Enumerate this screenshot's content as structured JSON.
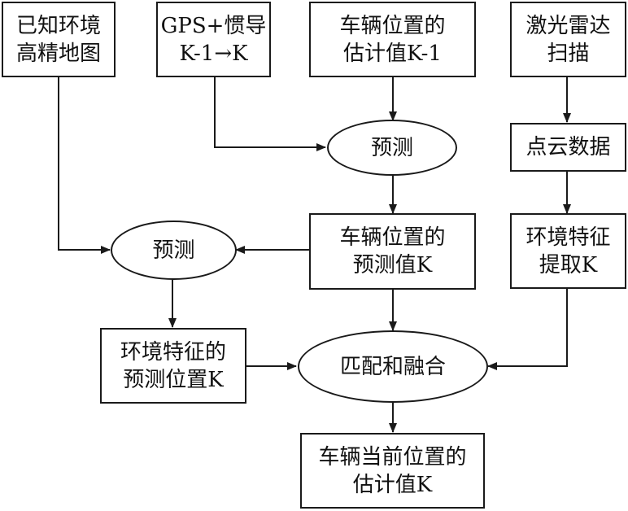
{
  "nodes": {
    "known_env": {
      "lines": [
        "已知环境",
        "高精地图"
      ]
    },
    "gps_ins": {
      "lines": [
        "GPS+惯导",
        "K-1→K"
      ]
    },
    "est_prev": {
      "lines": [
        "车辆位置的",
        "估计值K-1"
      ]
    },
    "lidar": {
      "lines": [
        "激光雷达",
        "扫描"
      ]
    },
    "predict_top": {
      "lines": [
        "预测"
      ]
    },
    "point_cloud": {
      "lines": [
        "点云数据"
      ]
    },
    "predict_left": {
      "lines": [
        "预测"
      ]
    },
    "vehicle_pred": {
      "lines": [
        "车辆位置的",
        "预测值K"
      ]
    },
    "env_feature_extract": {
      "lines": [
        "环境特征",
        "提取K"
      ]
    },
    "env_feature_pred": {
      "lines": [
        "环境特征的",
        "预测位置K"
      ]
    },
    "match_fuse": {
      "lines": [
        "匹配和融合"
      ]
    },
    "current_est": {
      "lines": [
        "车辆当前位置的",
        "估计值K"
      ]
    }
  }
}
